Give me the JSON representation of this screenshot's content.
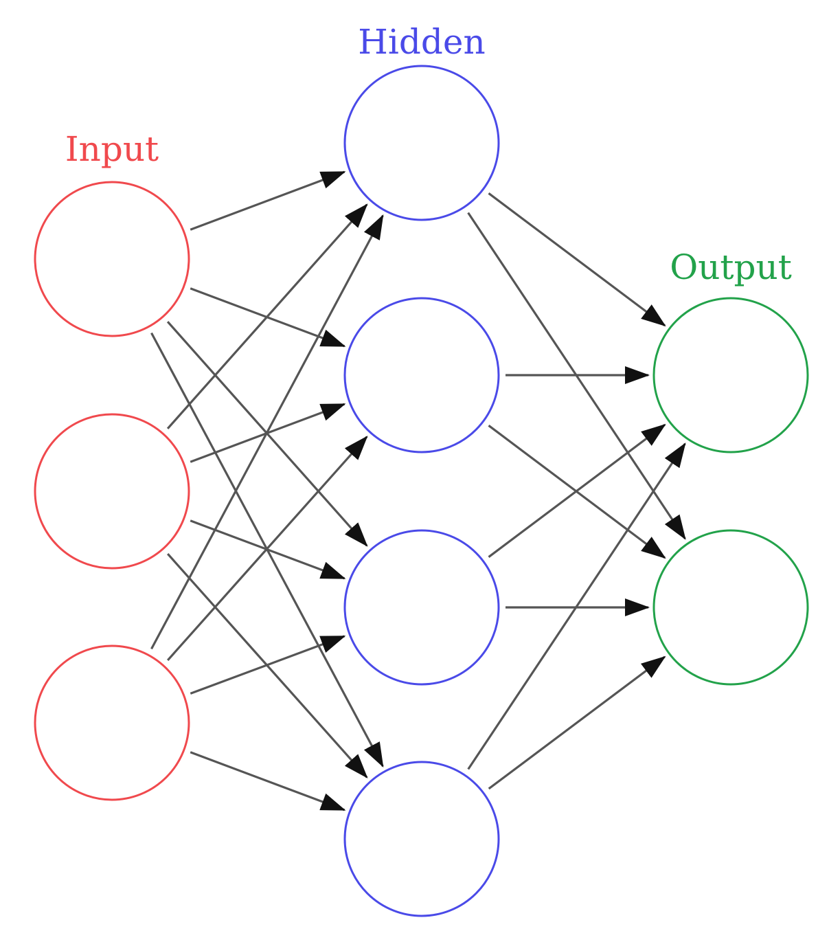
{
  "diagram": {
    "layers": [
      {
        "id": "input",
        "label": "Input",
        "color": "#f0494d",
        "nodes": 3
      },
      {
        "id": "hidden",
        "label": "Hidden",
        "color": "#4a4ae8",
        "nodes": 4
      },
      {
        "id": "output",
        "label": "Output",
        "color": "#22a24a",
        "nodes": 2
      }
    ],
    "connections": "fully-connected",
    "edge_color": "#555555"
  }
}
